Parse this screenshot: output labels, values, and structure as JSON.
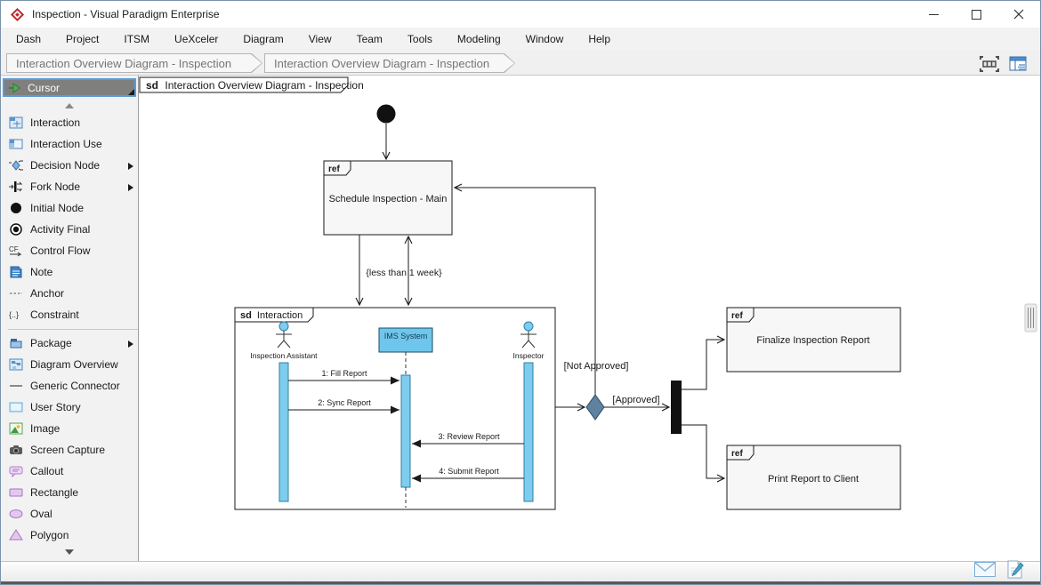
{
  "window": {
    "title": "Inspection - Visual Paradigm Enterprise"
  },
  "menu_items": [
    "Dash",
    "Project",
    "ITSM",
    "UeXceler",
    "Diagram",
    "View",
    "Team",
    "Tools",
    "Modeling",
    "Window",
    "Help"
  ],
  "breadcrumb": [
    "Interaction Overview Diagram - Inspection",
    "Interaction Overview Diagram - Inspection"
  ],
  "toolbox": {
    "cursor": "Cursor",
    "cf_glyph": "CF",
    "constraint_glyph": "{..}",
    "items": [
      {
        "label": "Interaction",
        "icon": "interaction-icon",
        "has_submenu": false
      },
      {
        "label": "Interaction Use",
        "icon": "interaction-use-icon",
        "has_submenu": false
      },
      {
        "label": "Decision Node",
        "icon": "decision-node-icon",
        "has_submenu": true
      },
      {
        "label": "Fork Node",
        "icon": "fork-node-icon",
        "has_submenu": true
      },
      {
        "label": "Initial Node",
        "icon": "initial-node-icon",
        "has_submenu": false
      },
      {
        "label": "Activity Final",
        "icon": "activity-final-icon",
        "has_submenu": false
      },
      {
        "label": "Control Flow",
        "icon": "control-flow-icon",
        "has_submenu": false
      },
      {
        "label": "Note",
        "icon": "note-icon",
        "has_submenu": false
      },
      {
        "label": "Anchor",
        "icon": "anchor-icon",
        "has_submenu": false
      },
      {
        "label": "Constraint",
        "icon": "constraint-icon",
        "has_submenu": false
      },
      {
        "label": "Package",
        "icon": "package-icon",
        "has_submenu": true
      },
      {
        "label": "Diagram Overview",
        "icon": "diagram-overview-icon",
        "has_submenu": false
      },
      {
        "label": "Generic Connector",
        "icon": "generic-connector-icon",
        "has_submenu": false
      },
      {
        "label": "User Story",
        "icon": "user-story-icon",
        "has_submenu": false
      },
      {
        "label": "Image",
        "icon": "image-icon",
        "has_submenu": false
      },
      {
        "label": "Screen Capture",
        "icon": "screen-capture-icon",
        "has_submenu": false
      },
      {
        "label": "Callout",
        "icon": "callout-icon",
        "has_submenu": false
      },
      {
        "label": "Rectangle",
        "icon": "rectangle-icon",
        "has_submenu": false
      },
      {
        "label": "Oval",
        "icon": "oval-icon",
        "has_submenu": false
      },
      {
        "label": "Polygon",
        "icon": "polygon-icon",
        "has_submenu": false
      }
    ]
  },
  "diagram": {
    "frame_tab": {
      "keyword": "sd",
      "title": "Interaction Overview Diagram - Inspection"
    },
    "ref_keyword": "ref",
    "ref_nodes": {
      "schedule": "Schedule Inspection - Main",
      "finalize": "Finalize Inspection Report",
      "print": "Print Report to Client"
    },
    "interaction": {
      "keyword": "sd",
      "title": "Interaction",
      "lifelines": {
        "assistant": "Inspection Assistant",
        "system": "IMS System",
        "inspector": "Inspector"
      },
      "messages": [
        "1: Fill Report",
        "2: Sync Report",
        "3: Review Report",
        "4: Submit Report"
      ]
    },
    "guards": {
      "not_approved": "[Not Approved]",
      "approved": "[Approved]"
    },
    "duration_constraint": "{less than 1 week}"
  },
  "colors": {
    "activation_fill": "#7ECDEE",
    "activation_border": "#2F7FA6",
    "lifeline_head_fill": "#6FC6EC",
    "decision_diamond_fill": "#5E82A0",
    "ref_fill": "#F7F7F7",
    "selected_tool_bg": "#7F7F7F",
    "selected_tool_border": "#5A9BD5",
    "shape_purple_fill": "#E4C7F0",
    "shape_purple_border": "#A674BF"
  }
}
